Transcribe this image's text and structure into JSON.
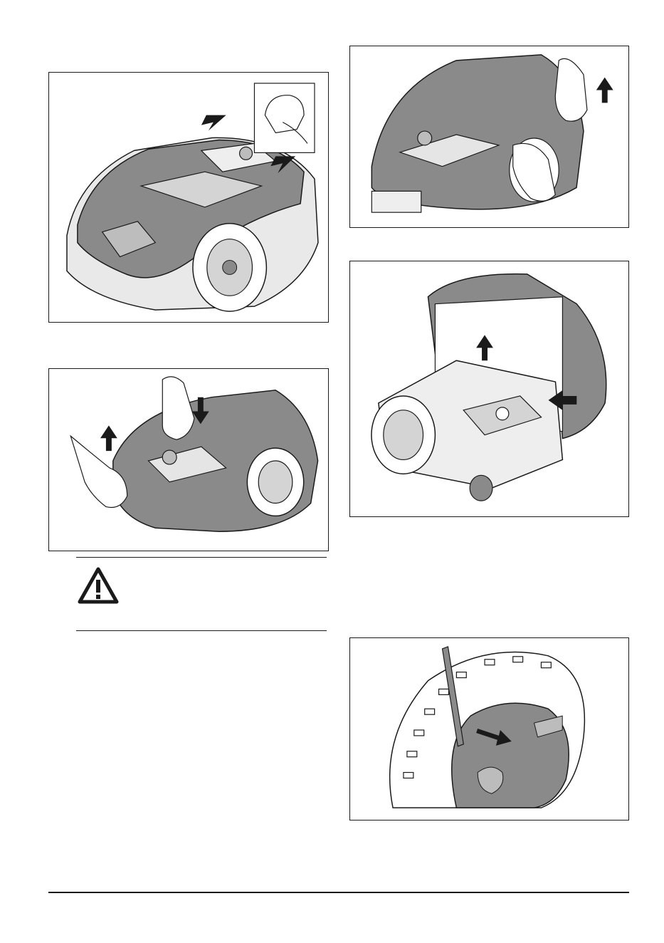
{
  "figures": [
    {
      "id": "fig1",
      "icon": "robotic-mower-body-press-illustration"
    },
    {
      "id": "fig2",
      "icon": "robotic-mower-lift-body-illustration"
    },
    {
      "id": "fig3",
      "icon": "robotic-mower-body-removal-illustration"
    },
    {
      "id": "fig4",
      "icon": "robotic-mower-chassis-separation-illustration"
    },
    {
      "id": "fig5",
      "icon": "wheel-hub-cap-pry-illustration"
    }
  ],
  "warning": {
    "icon": "warning-triangle-icon"
  },
  "colors": {
    "line": "#1a1a1a",
    "body_shade": "#8a8a8a",
    "light_shade": "#d4d4d4",
    "background": "#ffffff"
  }
}
